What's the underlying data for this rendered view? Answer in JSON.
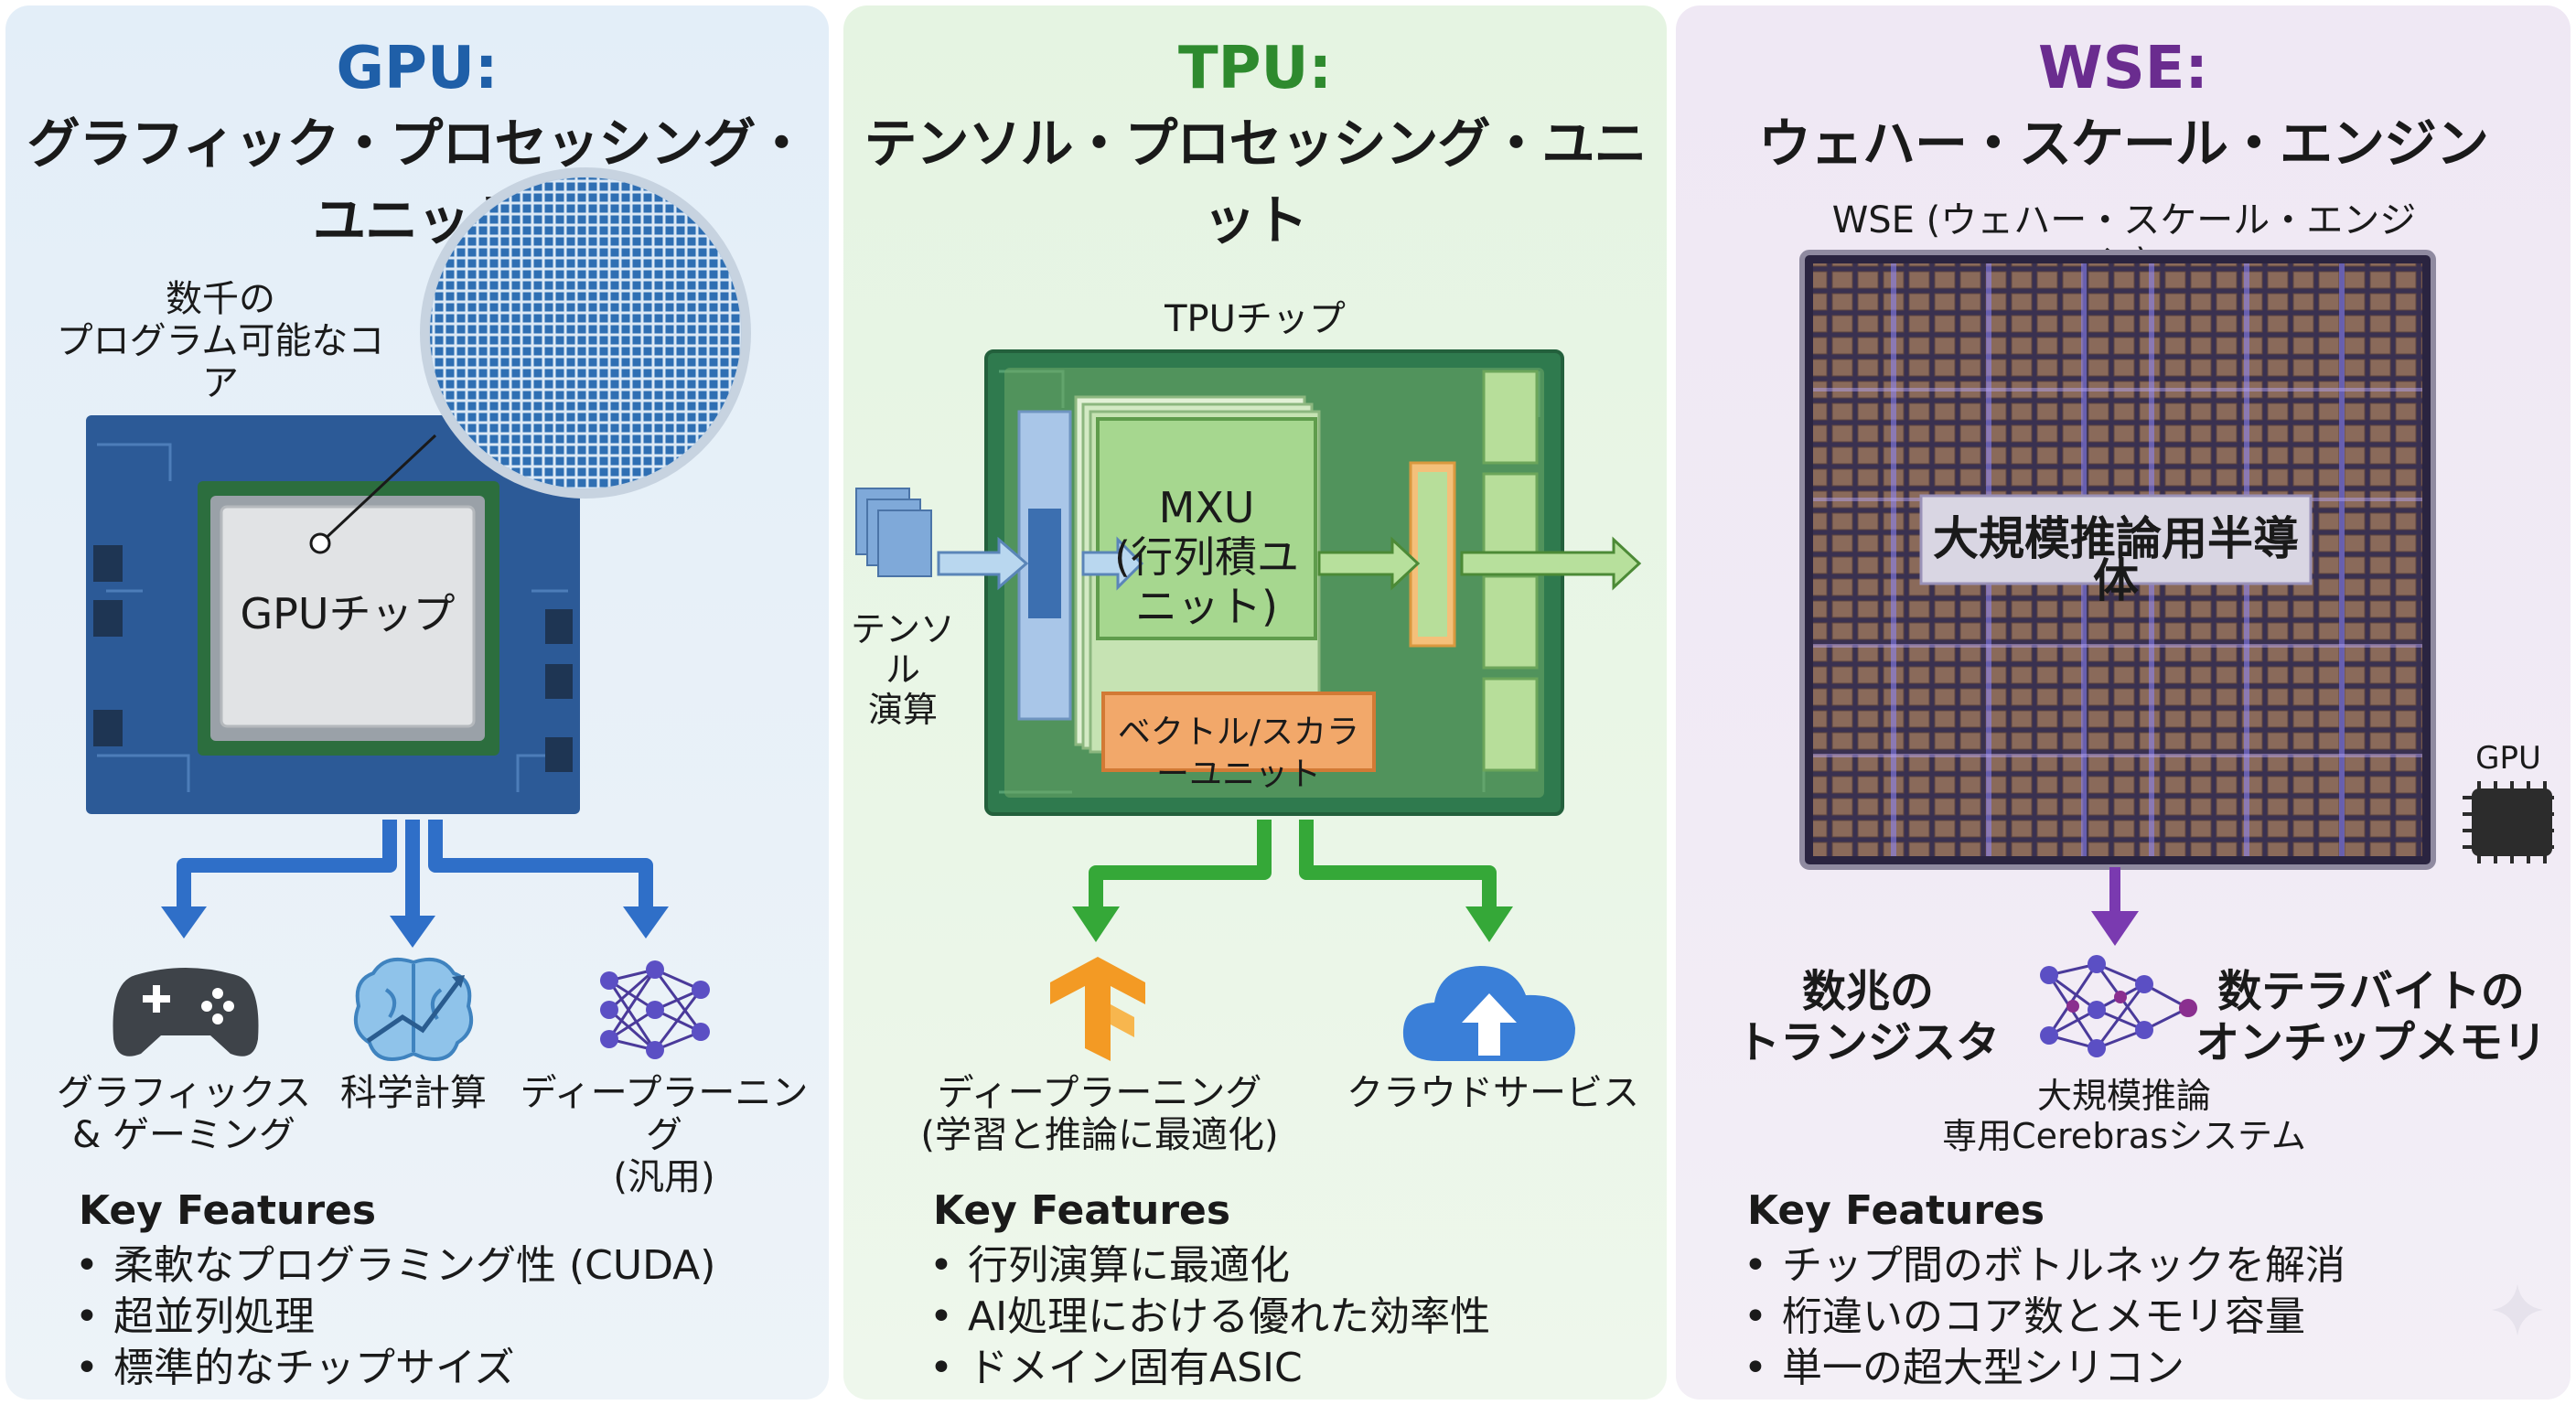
{
  "gpu": {
    "head": "GPU:",
    "subtitle": "グラフィック・プロセッシング・ユニット",
    "cores_label_1": "数千の",
    "cores_label_2": "プログラム可能なコア",
    "chip_label": "GPUチップ",
    "uses": [
      {
        "line1": "グラフィックス",
        "line2": "& ゲーミング",
        "icon": "gamepad-icon"
      },
      {
        "line1": "科学計算",
        "line2": "",
        "icon": "brain-icon"
      },
      {
        "line1": "ディープラーニング",
        "line2": "(汎用)",
        "icon": "neural-network-icon"
      }
    ],
    "kf_title": "Key Features",
    "features": [
      "柔軟なプログラミング性 (CUDA)",
      "超並列処理",
      "標準的なチップサイズ"
    ],
    "accent": "#1f5fa8"
  },
  "tpu": {
    "head": "TPU:",
    "subtitle": "テンソル・プロセッシング・ユニット",
    "chip_title": "TPUチップ",
    "mxu_1": "MXU",
    "mxu_2": "(行列積ユニット)",
    "vector_unit": "ベクトル/スカラーユニット",
    "tensor_1": "テンソル",
    "tensor_2": "演算",
    "uses": [
      {
        "line1": "ディープラーニング",
        "line2": "(学習と推論に最適化)",
        "icon": "tensorflow-icon"
      },
      {
        "line1": "クラウドサービス",
        "line2": "",
        "icon": "cloud-upload-icon"
      }
    ],
    "kf_title": "Key Features",
    "features": [
      "行列演算に最適化",
      "AI処理における優れた効率性",
      "ドメイン固有ASIC"
    ],
    "accent": "#2e8a2e"
  },
  "wse": {
    "head": "WSE:",
    "subtitle": "ウェハー・スケール・エンジン",
    "wafer_title": "WSE (ウェハー・スケール・エンジン)",
    "wafer_center": "大規模推論用半導体",
    "gpu_small": "GPU",
    "left_1": "数兆の",
    "left_2": "トランジスタ",
    "right_1": "数テラバイトの",
    "right_2": "オンチップメモリ",
    "center_1": "大規模推論",
    "center_2": "専用Cerebrasシステム",
    "kf_title": "Key Features",
    "features": [
      "チップ間のボトルネックを解消",
      "桁違いのコア数とメモリ容量",
      "単一の超大型シリコン"
    ],
    "accent": "#6a2c8f"
  }
}
